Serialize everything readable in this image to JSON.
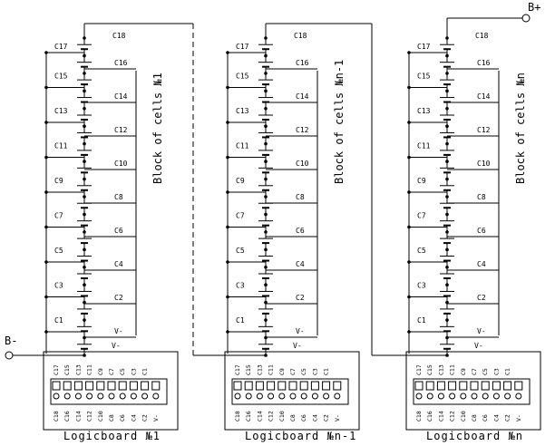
{
  "terminals": {
    "negative": "B-",
    "positive": "B+"
  },
  "cell_labels": {
    "left": [
      "C17",
      "C15",
      "C13",
      "C11",
      "C9",
      "C7",
      "C5",
      "C3",
      "C1"
    ],
    "right": [
      "C18",
      "C16",
      "C14",
      "C12",
      "C10",
      "C8",
      "C6",
      "C4",
      "C2",
      "V-"
    ]
  },
  "connector_labels": {
    "top": [
      "C17",
      "C15",
      "C13",
      "C11",
      "C9",
      "C7",
      "C5",
      "C3",
      "C1"
    ],
    "bottom": [
      "C18",
      "C16",
      "C14",
      "C12",
      "C10",
      "C8",
      "C6",
      "C4",
      "C2",
      "V-"
    ]
  },
  "ground_mark": "V-",
  "blocks": [
    {
      "block_label": "Block of cells №1",
      "board_label": "Logicboard №1"
    },
    {
      "block_label": "Block of cells №n-1",
      "board_label": "Logicboard №n-1"
    },
    {
      "block_label": "Block of cells №n",
      "board_label": "Logicboard №n"
    }
  ]
}
